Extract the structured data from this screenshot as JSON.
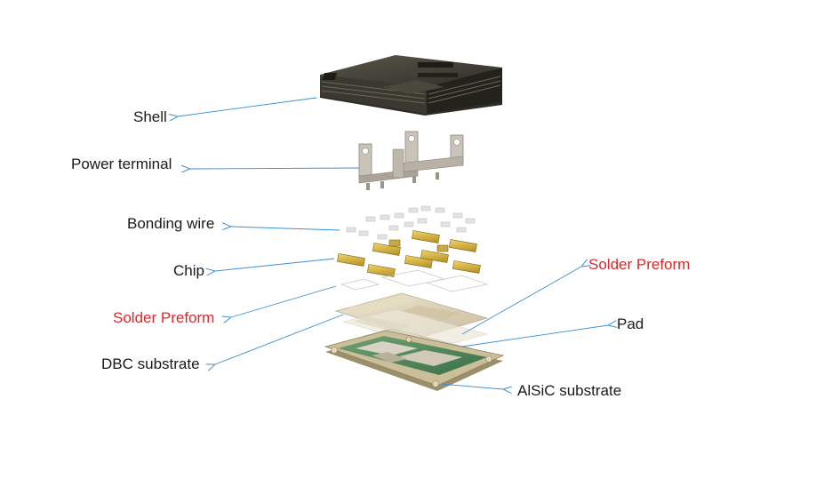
{
  "labels": {
    "shell": "Shell",
    "power_terminal": "Power terminal",
    "bonding_wire": "Bonding wire",
    "chip": "Chip",
    "solder_preform_left": "Solder Preform",
    "dbc_substrate": "DBC substrate",
    "solder_preform_right": "Solder Preform",
    "pad": "Pad",
    "alsic_substrate": "AlSiC substrate"
  },
  "colors": {
    "text": "#1a1a1a",
    "highlight_text": "#d9292c",
    "arrow": "#3a8fd0",
    "shell": "#3d3b33",
    "terminal": "#b9b3a8",
    "chip_gold": "#d8b53a",
    "dbc": "#d9cfb4",
    "alsic_pcb": "#4f8a5a",
    "alsic_frame": "#cbbf9a"
  }
}
